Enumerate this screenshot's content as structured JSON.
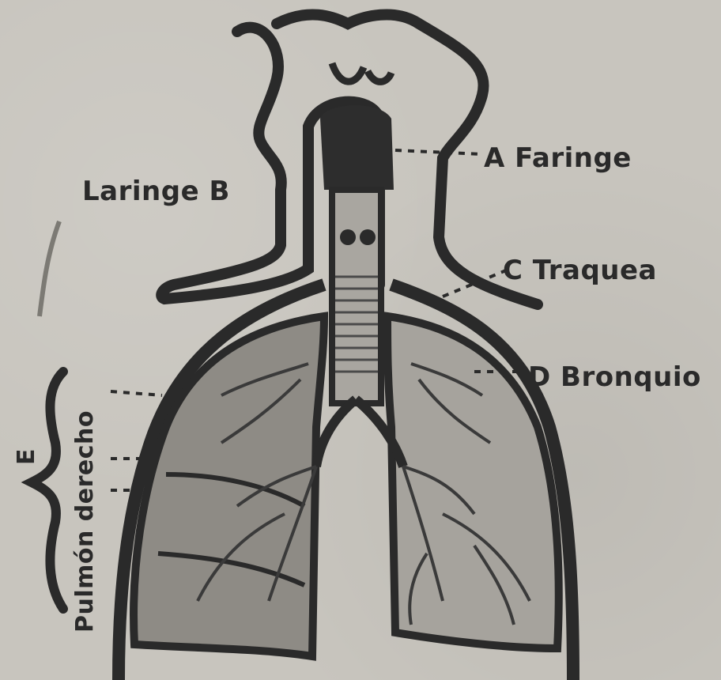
{
  "labels": {
    "faringe": "A Faringe",
    "laringe": "Laringe B",
    "traquea": "C Traquea",
    "bronquio": "D Bronquio",
    "e_marker": "E",
    "pulmon": "Pulmón derecho"
  },
  "colors": {
    "paper": "#c8c5be",
    "ink": "#2a2a2a",
    "tissue": "#9b9892"
  }
}
